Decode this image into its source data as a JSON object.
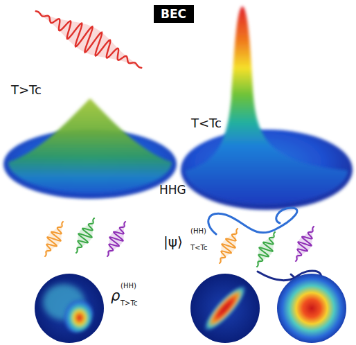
{
  "diagram": {
    "nodes": [
      {
        "text": [
          "BEC"
        ]
      }
    ],
    "labels": [
      "T>Tc",
      "T<Tc",
      "HHG",
      "|ψ⟩",
      "(HH)",
      "T<Tc",
      "ρ",
      "(HH)",
      "T>Tc"
    ]
  }
}
